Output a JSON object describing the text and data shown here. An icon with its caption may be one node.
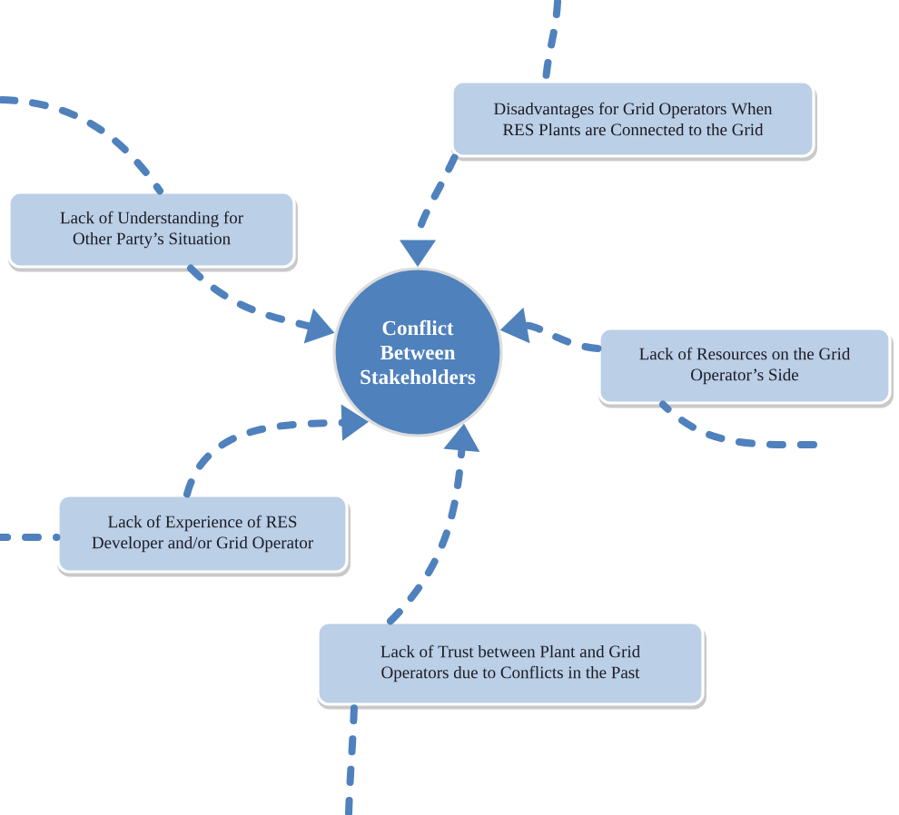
{
  "diagram": {
    "nodes": [
      {
        "text": [
          "Disadvantages for Grid Operators When RES Plants are Connected to the Grid"
        ]
      },
      {
        "text": [
          "Lack of Understanding for Other Party’s Situation"
        ]
      },
      {
        "text": [
          "Conflict Between Stakeholders"
        ]
      },
      {
        "text": [
          "Lack of Resources on the Grid Operator’s Side"
        ]
      },
      {
        "text": [
          "Lack of Experience of RES Developer and/or Grid Operator"
        ]
      },
      {
        "text": [
          "Lack of Trust between Plant and Grid Operators due to Conflicts in the Past"
        ]
      }
    ],
    "edges": [
      {
        "from": null,
        "to": 0,
        "arrow": "none",
        "style": "dashed"
      },
      {
        "from": 0,
        "to": 2,
        "arrow": "to",
        "style": "dashed"
      },
      {
        "from": null,
        "to": 1,
        "arrow": "none",
        "style": "dashed"
      },
      {
        "from": 1,
        "to": 2,
        "arrow": "to",
        "style": "dashed"
      },
      {
        "from": 3,
        "to": 2,
        "arrow": "to",
        "style": "dashed"
      },
      {
        "from": null,
        "to": 3,
        "arrow": "none",
        "style": "dashed"
      },
      {
        "from": null,
        "to": 4,
        "arrow": "none",
        "style": "dashed"
      },
      {
        "from": 4,
        "to": 2,
        "arrow": "to",
        "style": "dashed"
      },
      {
        "from": null,
        "to": 5,
        "arrow": "none",
        "style": "dashed"
      },
      {
        "from": 5,
        "to": 2,
        "arrow": "to",
        "style": "dashed"
      }
    ]
  }
}
